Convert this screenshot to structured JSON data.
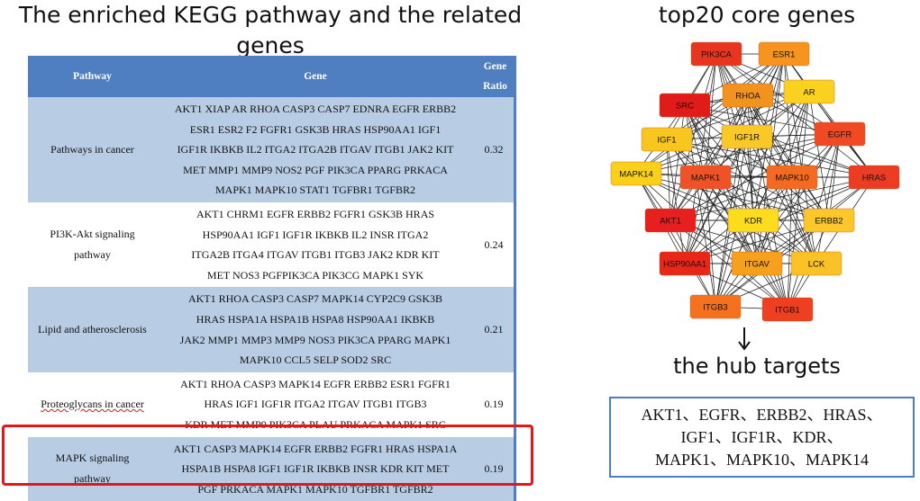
{
  "left_title": "The enriched KEGG pathway and the related genes",
  "right_title": "top20 core genes",
  "table": {
    "headers": {
      "pathway": "Pathway",
      "gene": "Gene",
      "ratio_line1": "Gene",
      "ratio_line2": "Ratio"
    },
    "rows": [
      {
        "pathway_lines": [
          "Pathways in cancer"
        ],
        "gene_lines": [
          "AKT1 XIAP AR RHOA CASP3 CASP7 EDNRA EGFR ERBB2",
          "ESR1 ESR2 F2 FGFR1 GSK3B HRAS HSP90AA1 IGF1",
          "IGF1R  IKBKB IL2 ITGA2 ITGA2B ITGAV ITGB1 JAK2 KIT",
          "MET MMP1 MMP9 NOS2 PGF PIK3CA PPARG PRKACA",
          "MAPK1 MAPK10 STAT1 TGFBR1 TGFBR2"
        ],
        "ratio": "0.32"
      },
      {
        "pathway_lines": [
          "PI3K-Akt signaling",
          "pathway"
        ],
        "gene_lines": [
          "AKT1 CHRM1 EGFR ERBB2 FGFR1 GSK3B HRAS",
          "HSP90AA1 IGF1 IGF1R IKBKB IL2 INSR ITGA2",
          "ITGA2B ITGA4 ITGAV ITGB1 ITGB3 JAK2 KDR KIT",
          "MET NOS3 PGFPIK3CA PIK3CG MAPK1 SYK"
        ],
        "ratio": "0.24"
      },
      {
        "pathway_lines": [
          "Lipid and atherosclerosis"
        ],
        "gene_lines": [
          "AKT1 RHOA CASP3 CASP7 MAPK14 CYP2C9 GSK3B",
          "HRAS HSPA1A  HSPA1B HSPA8 HSP90AA1 IKBKB",
          "JAK2     MMP1 MMP3 MMP9 NOS3 PIK3CA PPARG MAPK1",
          "MAPK10 CCL5 SELP SOD2 SRC"
        ],
        "ratio": "0.21"
      },
      {
        "pathway_lines": [
          "Proteoglycans in cancer"
        ],
        "gene_lines": [
          "AKT1 RHOA CASP3 MAPK14 EGFR ERBB2 ESR1  FGFR1",
          "HRAS IGF1 IGF1R ITGA2 ITGAV ITGB1 ITGB3",
          "KDR MET MMP9 PIK3CA PLAU PRKACA MAPK1 SRC"
        ],
        "ratio": "0.19"
      },
      {
        "pathway_lines": [
          "MAPK signaling",
          "pathway"
        ],
        "gene_lines": [
          "AKT1 CASP3 MAPK14 EGFR ERBB2 FGFR1 HRAS HSPA1A",
          "HSPA1B HSPA8 IGF1 IGF1R IKBKB INSR KDR KIT MET",
          "PGF PRKACA MAPK1 MAPK10 TGFBR1 TGFBR2"
        ],
        "ratio": "0.19"
      }
    ]
  },
  "network": {
    "nodes": [
      {
        "label": "PIK3CA",
        "color": "#e8351f"
      },
      {
        "label": "ESR1",
        "color": "#f79420"
      },
      {
        "label": "SRC",
        "color": "#e11a1a"
      },
      {
        "label": "RHOA",
        "color": "#f3931f"
      },
      {
        "label": "AR",
        "color": "#fbd120"
      },
      {
        "label": "IGF1",
        "color": "#f9c51f"
      },
      {
        "label": "IGF1R",
        "color": "#fac926"
      },
      {
        "label": "EGFR",
        "color": "#f04a25"
      },
      {
        "label": "MAPK14",
        "color": "#fbd01c"
      },
      {
        "label": "MAPK1",
        "color": "#f05228"
      },
      {
        "label": "MAPK10",
        "color": "#f46a20"
      },
      {
        "label": "HRAS",
        "color": "#eb3c24"
      },
      {
        "label": "AKT1",
        "color": "#e71f1f"
      },
      {
        "label": "KDR",
        "color": "#fcdc1c"
      },
      {
        "label": "ERBB2",
        "color": "#fbc72b"
      },
      {
        "label": "HSP90AA1",
        "color": "#e82719"
      },
      {
        "label": "ITGAV",
        "color": "#f7a01d"
      },
      {
        "label": "LCK",
        "color": "#fbc227"
      },
      {
        "label": "ITGB3",
        "color": "#f6711e"
      },
      {
        "label": "ITGB1",
        "color": "#ee3f21"
      }
    ]
  },
  "hub_title": "the hub targets",
  "hub_lines": [
    "AKT1、EGFR、ERBB2、HRAS、",
    "IGF1、IGF1R、KDR、",
    "MAPK1、MAPK10、MAPK14"
  ],
  "colors": {
    "header_blue": "#4f7fc0",
    "row_shade": "#b8cce4",
    "highlight_red": "#e01818",
    "hub_border": "#4a7fc8"
  }
}
